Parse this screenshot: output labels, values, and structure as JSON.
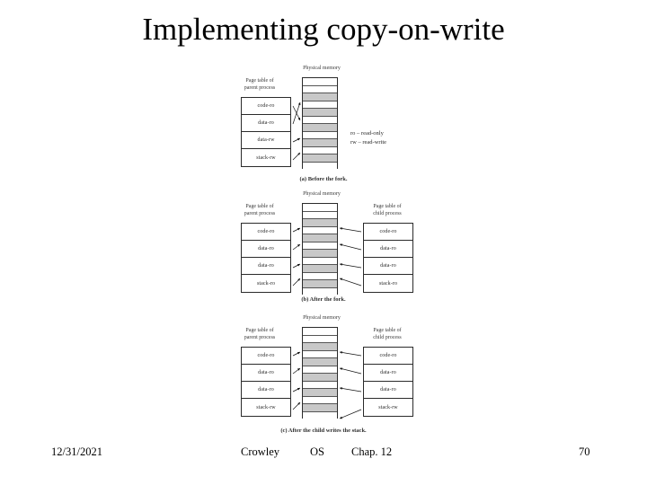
{
  "slide": {
    "title": "Implementing copy-on-write"
  },
  "legend": {
    "ro": "ro  –  read-only",
    "rw": "rw  –  read-write"
  },
  "labels": {
    "physical_memory": "Physical memory",
    "parent_table_line1": "Page table of",
    "parent_table_line2": "parent process",
    "child_table_line1": "Page table of",
    "child_table_line2": "child process"
  },
  "panels": [
    {
      "id": "a",
      "caption": "(a) Before the fork.",
      "parent_entries": [
        "code-ro",
        "data-ro",
        "data-rw",
        "stack-rw"
      ],
      "child_entries": [],
      "memory_cells": 12,
      "shaded_cells": [
        2,
        4,
        6,
        8,
        10
      ]
    },
    {
      "id": "b",
      "caption": "(b) After the fork.",
      "parent_entries": [
        "code-ro",
        "data-ro",
        "data-ro",
        "stack-ro"
      ],
      "child_entries": [
        "code-ro",
        "data-ro",
        "data-ro",
        "stack-ro"
      ],
      "memory_cells": 12,
      "shaded_cells": [
        2,
        4,
        6,
        8,
        10
      ]
    },
    {
      "id": "c",
      "caption": "(c) After the child writes the stack.",
      "parent_entries": [
        "code-ro",
        "data-ro",
        "data-ro",
        "stack-rw"
      ],
      "child_entries": [
        "code-ro",
        "data-ro",
        "data-ro",
        "stack-rw"
      ],
      "memory_cells": 12,
      "shaded_cells": [
        2,
        4,
        6,
        8,
        10
      ]
    }
  ],
  "footer": {
    "date": "12/31/2021",
    "author": "Crowley",
    "course": "OS",
    "chapter": "Chap. 12",
    "page": "70"
  },
  "colors": {
    "background": "#ffffff",
    "text": "#000000",
    "figure_line": "#2b2b2b",
    "memory_shade": "#c8c8c8"
  }
}
